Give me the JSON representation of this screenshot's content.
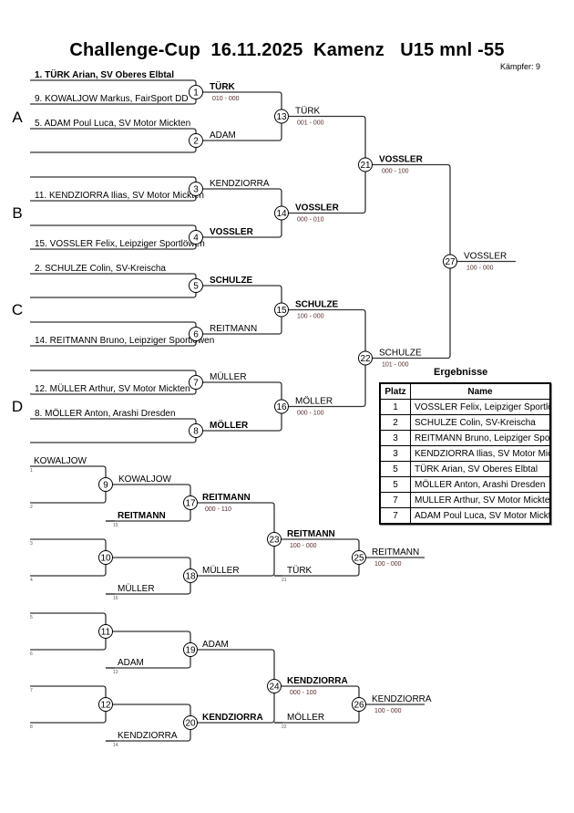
{
  "header": {
    "title": "Challenge-Cup  16.11.2025  Kamenz   U15 mnl -55",
    "fighters_count": "Kämpfer: 9"
  },
  "pools": [
    "A",
    "B",
    "C",
    "D"
  ],
  "main_bracket": {
    "entries": [
      {
        "label": "1. TÜRK Arian, SV Oberes Elbtal",
        "bold": true
      },
      {
        "label": "9. KOWALJOW Markus, FairSport DD",
        "bold": false
      },
      {
        "label": "5. ADAM Poul Luca, SV Motor Mickten",
        "bold": false
      },
      {
        "label": "",
        "bold": false
      },
      {
        "label": "",
        "bold": false
      },
      {
        "label": "11. KENDZIORRA Ilias, SV Motor Mickten",
        "bold": false
      },
      {
        "label": "",
        "bold": false
      },
      {
        "label": "15. VOSSLER Felix, Leipziger Sportlöwen",
        "bold": false
      },
      {
        "label": "2. SCHULZE Colin, SV-Kreischa",
        "bold": false
      },
      {
        "label": "",
        "bold": false
      },
      {
        "label": "",
        "bold": false
      },
      {
        "label": "14. REITMANN Bruno, Leipziger Sportlöwen",
        "bold": false
      },
      {
        "label": "",
        "bold": false
      },
      {
        "label": "12. MÜLLER Arthur, SV Motor Mickten",
        "bold": false
      },
      {
        "label": "8. MÖLLER Anton, Arashi Dresden",
        "bold": false
      },
      {
        "label": "",
        "bold": false
      }
    ],
    "round1": [
      {
        "fight": "1",
        "winner": "TÜRK",
        "bold": true,
        "score": "010 - 000"
      },
      {
        "fight": "2",
        "winner": "ADAM",
        "bold": false,
        "score": ""
      },
      {
        "fight": "3",
        "winner": "KENDZIORRA",
        "bold": false,
        "score": ""
      },
      {
        "fight": "4",
        "winner": "VOSSLER",
        "bold": true,
        "score": ""
      },
      {
        "fight": "5",
        "winner": "SCHULZE",
        "bold": true,
        "score": ""
      },
      {
        "fight": "6",
        "winner": "REITMANN",
        "bold": false,
        "score": ""
      },
      {
        "fight": "7",
        "winner": "MÜLLER",
        "bold": false,
        "score": ""
      },
      {
        "fight": "8",
        "winner": "MÖLLER",
        "bold": true,
        "score": ""
      }
    ],
    "round2": [
      {
        "fight": "13",
        "winner": "TÜRK",
        "bold": false,
        "score": "001 - 000"
      },
      {
        "fight": "14",
        "winner": "VOSSLER",
        "bold": true,
        "score": "000 - 010"
      },
      {
        "fight": "15",
        "winner": "SCHULZE",
        "bold": true,
        "score": "100 - 000"
      },
      {
        "fight": "16",
        "winner": "MÖLLER",
        "bold": false,
        "score": "000 - 100"
      }
    ],
    "semis": [
      {
        "fight": "21",
        "winner": "VOSSLER",
        "bold": true,
        "score": "000 - 100"
      },
      {
        "fight": "22",
        "winner": "SCHULZE",
        "bold": false,
        "score": "101 - 000"
      }
    ],
    "final": {
      "fight": "27",
      "winner": "VOSSLER",
      "bold": false,
      "score": "100 - 000"
    }
  },
  "repechage": [
    {
      "entries": [
        {
          "label": "KOWALJOW",
          "ref": "1"
        },
        {
          "label": "",
          "ref": "2"
        },
        {
          "label": "",
          "ref": "3"
        },
        {
          "label": "",
          "ref": "4"
        }
      ],
      "r1": [
        {
          "fight": "9",
          "winner": "KOWALJOW",
          "bold": false
        },
        {
          "fight": "10",
          "winner": "",
          "bold": false
        }
      ],
      "r2_entries": [
        {
          "label": "REITMANN",
          "ref": "15",
          "bold": true
        },
        {
          "label": "MÜLLER",
          "ref": "16",
          "bold": false
        }
      ],
      "r2": [
        {
          "fight": "17",
          "winner": "REITMANN",
          "bold": true,
          "score": "000 - 110"
        },
        {
          "fight": "18",
          "winner": "MÜLLER",
          "bold": false,
          "score": ""
        }
      ],
      "r3": {
        "fight": "23",
        "winner": "REITMANN",
        "bold": true,
        "score": "100 - 000"
      },
      "r3_entry": {
        "label": "TÜRK",
        "ref": "21",
        "bold": false
      },
      "bronze": {
        "fight": "25",
        "winner": "REITMANN",
        "bold": false,
        "score": "100 - 000"
      }
    },
    {
      "entries": [
        {
          "label": "",
          "ref": "5"
        },
        {
          "label": "",
          "ref": "6"
        },
        {
          "label": "",
          "ref": "7"
        },
        {
          "label": "",
          "ref": "8"
        }
      ],
      "r1": [
        {
          "fight": "11",
          "winner": "",
          "bold": false
        },
        {
          "fight": "12",
          "winner": "",
          "bold": false
        }
      ],
      "r2_entries": [
        {
          "label": "ADAM",
          "ref": "13",
          "bold": false
        },
        {
          "label": "KENDZIORRA",
          "ref": "14",
          "bold": false
        }
      ],
      "r2": [
        {
          "fight": "19",
          "winner": "ADAM",
          "bold": false,
          "score": ""
        },
        {
          "fight": "20",
          "winner": "KENDZIORRA",
          "bold": true,
          "score": ""
        }
      ],
      "r3": {
        "fight": "24",
        "winner": "KENDZIORRA",
        "bold": true,
        "score": "000 - 100"
      },
      "r3_entry": {
        "label": "MÖLLER",
        "ref": "22",
        "bold": false
      },
      "bronze": {
        "fight": "26",
        "winner": "KENDZIORRA",
        "bold": false,
        "score": "100 - 000"
      }
    }
  ],
  "results": {
    "title": "Ergebnisse",
    "headers": {
      "place": "Platz",
      "name": "Name"
    },
    "rows": [
      {
        "place": "1",
        "name": "VOSSLER Felix, Leipziger Sportlöwen"
      },
      {
        "place": "2",
        "name": "SCHULZE Colin, SV-Kreischa"
      },
      {
        "place": "3",
        "name": "REITMANN Bruno, Leipziger Sportlöwen"
      },
      {
        "place": "3",
        "name": "KENDZIORRA Ilias, SV Motor Mickten"
      },
      {
        "place": "5",
        "name": "TÜRK Arian, SV Oberes Elbtal"
      },
      {
        "place": "5",
        "name": "MÖLLER Anton, Arashi Dresden"
      },
      {
        "place": "7",
        "name": "MULLER Arthur, SV Motor Mickten"
      },
      {
        "place": "7",
        "name": "ADAM Poul Luca, SV Motor Mickten"
      }
    ]
  }
}
